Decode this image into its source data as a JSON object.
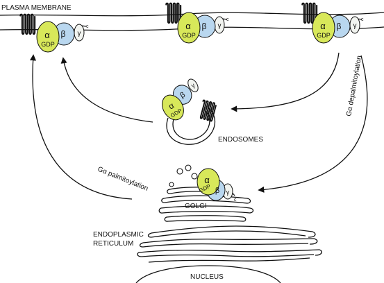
{
  "labels": {
    "plasma_membrane": "PLASMA MEMBRANE",
    "endosomes": "ENDOSOMES",
    "golgi": "GOLGI",
    "er_line1": "ENDOPLASMIC",
    "er_line2": "RETICULUM",
    "nucleus": "NUCLEUS",
    "depalmitoylation": "Gα depalmitoylation",
    "palmitoylation": "Gα palmitoylation"
  },
  "protein": {
    "alpha": "α",
    "gdp": "GDP",
    "beta": "β",
    "gamma": "γ",
    "c_tail": "c"
  },
  "colors": {
    "alpha": "#d8e85a",
    "beta": "#b9d7ef",
    "gamma": "#f2f4f0",
    "outline": "#111111"
  },
  "icons": {
    "receptor": "seven-transmembrane-receptor-icon",
    "heterotrimer": "g-protein-heterotrimer-icon"
  }
}
